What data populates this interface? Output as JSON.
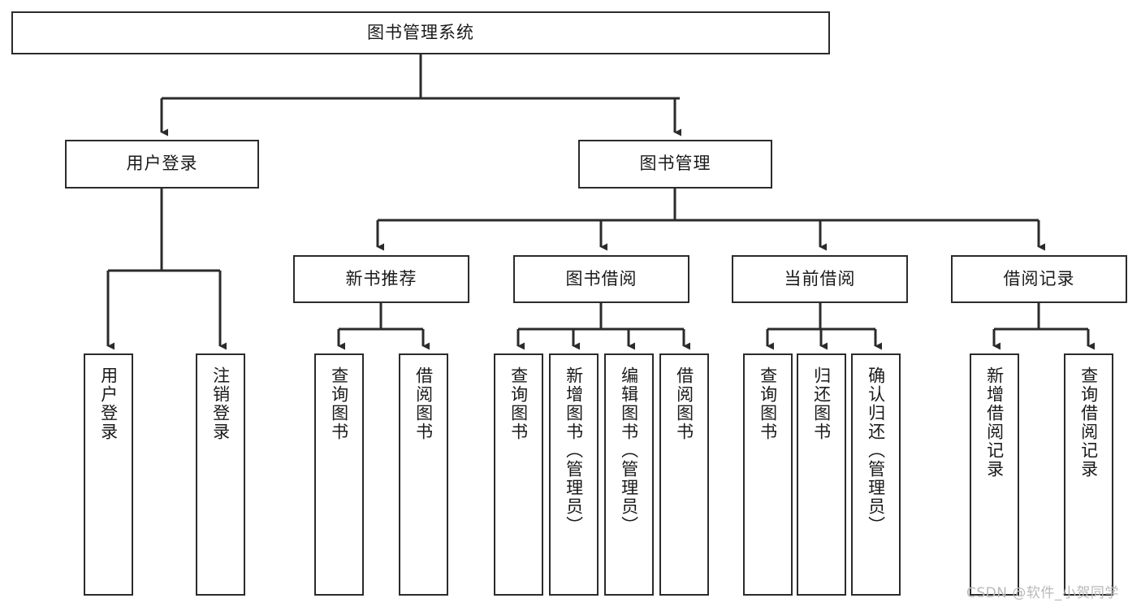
{
  "diagram": {
    "title": "图书管理系统",
    "type": "hierarchy-tree",
    "background_color": "#ffffff",
    "box_border_color": "#2b2b2b",
    "text_color": "#1a1a1a",
    "watermark": {
      "text": "CSDN @软件_小贺同学",
      "color": "#b9b9b9"
    },
    "root": {
      "label": "图书管理系统"
    },
    "level1": [
      {
        "label": "用户登录"
      },
      {
        "label": "图书管理"
      }
    ],
    "level2": [
      {
        "label": "新书推荐"
      },
      {
        "label": "图书借阅"
      },
      {
        "label": "当前借阅"
      },
      {
        "label": "借阅记录"
      }
    ],
    "leaves": {
      "user_login": [
        {
          "label": "用户登录"
        },
        {
          "label": "注销登录"
        }
      ],
      "new_book_recommend": [
        {
          "label": "查询图书"
        },
        {
          "label": "借阅图书"
        }
      ],
      "book_borrow": [
        {
          "label": "查询图书"
        },
        {
          "label": "新增图书（管理员）"
        },
        {
          "label": "编辑图书（管理员）"
        },
        {
          "label": "借阅图书"
        }
      ],
      "current_borrow": [
        {
          "label": "查询图书"
        },
        {
          "label": "归还图书"
        },
        {
          "label": "确认归还（管理员）"
        }
      ],
      "borrow_record": [
        {
          "label": "新增借阅记录"
        },
        {
          "label": "查询借阅记录"
        }
      ]
    }
  }
}
